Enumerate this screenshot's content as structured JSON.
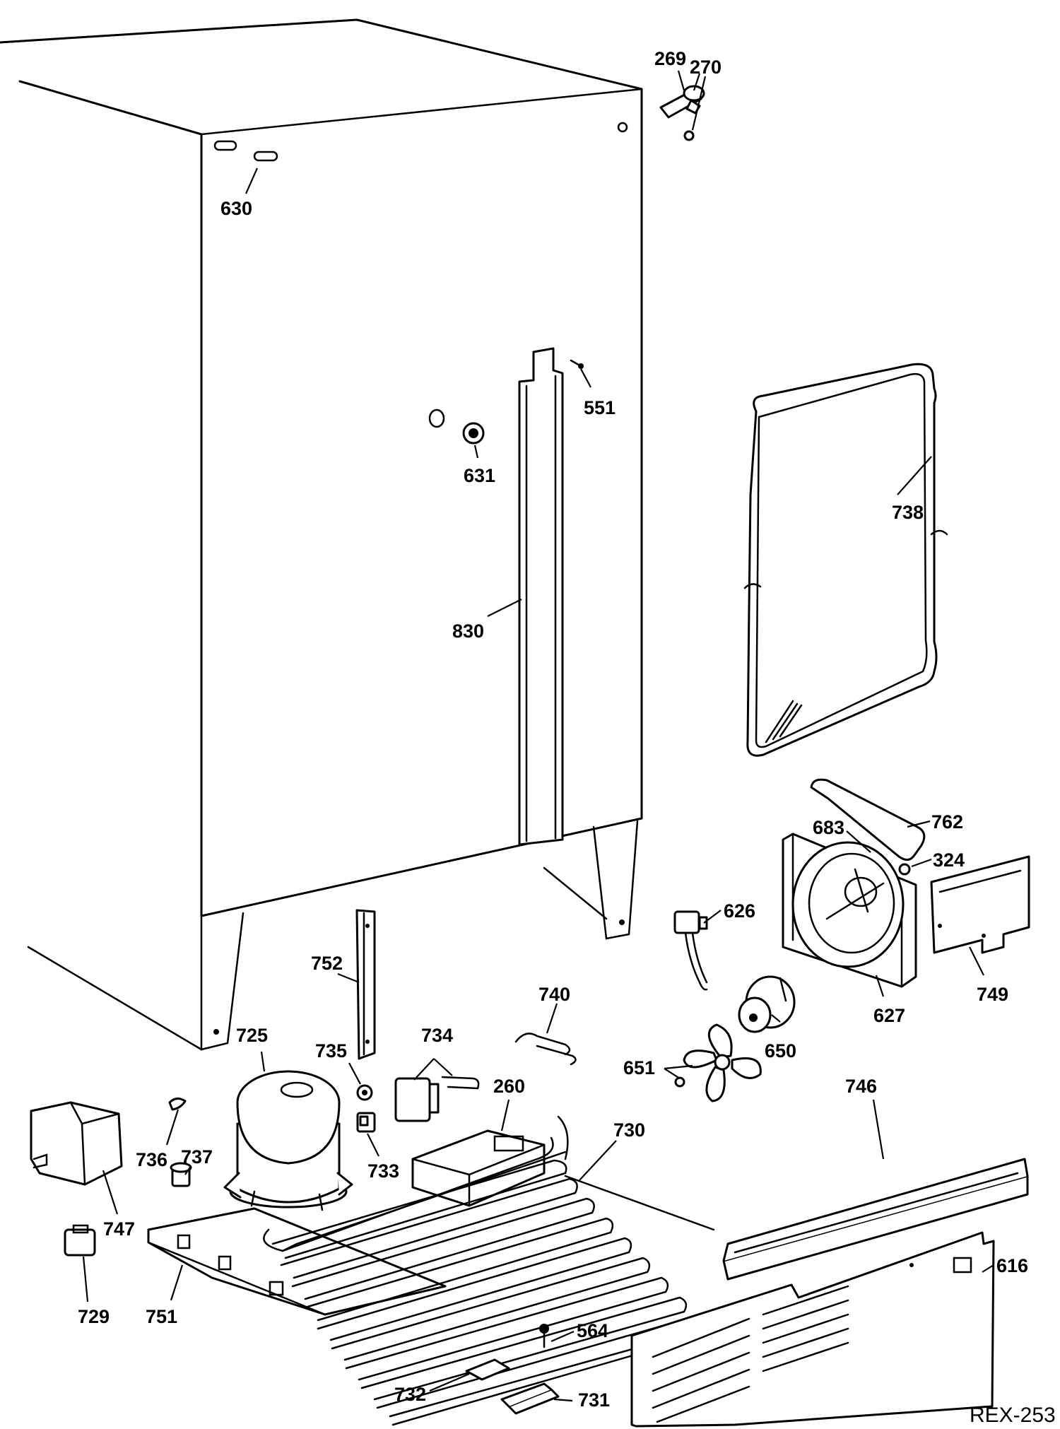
{
  "diagram": {
    "reference_code": "REX-253",
    "part_labels": {
      "p269": "269",
      "p270": "270",
      "p630": "630",
      "p551": "551",
      "p631": "631",
      "p738": "738",
      "p830": "830",
      "p762": "762",
      "p683": "683",
      "p324": "324",
      "p626": "626",
      "p749": "749",
      "p627": "627",
      "p752": "752",
      "p740": "740",
      "p650": "650",
      "p725": "725",
      "p735": "735",
      "p734": "734",
      "p651": "651",
      "p260": "260",
      "p746": "746",
      "p730": "730",
      "p736": "736",
      "p737": "737",
      "p733": "733",
      "p747": "747",
      "p616": "616",
      "p729": "729",
      "p751": "751",
      "p564": "564",
      "p732": "732",
      "p731": "731"
    }
  }
}
